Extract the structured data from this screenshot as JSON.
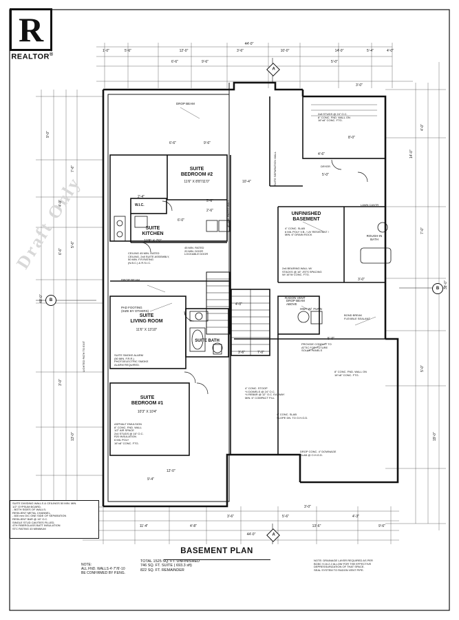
{
  "logo": {
    "letter": "R",
    "word": "REALTOR",
    "reg": "®"
  },
  "watermark": "Draft Only",
  "sheet": {
    "title": "BASEMENT PLAN",
    "section_marks": [
      "A",
      "A",
      "B",
      "B"
    ],
    "totals": [
      "TOTAL 1525 SQ. FT. UNFINISHED",
      "746 SQ. FT. SUITE ( 693.3 sft)",
      "822 SQ. FT. REMAINDER"
    ],
    "note_left": [
      "NOTE:",
      "ALL FND. WALLS 4'-7\"/6'-10",
      "BE CONFIRMED BY P.ENG."
    ],
    "note_right": [
      "NOTE: DRAINAGE LAYER REQUIRED AS PER",
      "BCBC 9.16.2.2 ALLOW FOR THE EFFECTIVE",
      "DEPRESSURIZATION OF THAT SPACE.",
      "SEAL SYSTEM TO RADON VENT PIPE."
    ],
    "legend_box": [
      "SUITE DIVIDING WALLS & CEILINGS 50 MIN. MIN.",
      "1/2\" GYPSUM BOARD,",
      "- BOTH SIDES OF WALLS;",
      "RESILIENT METAL CHANNEL,",
      "- 600 mm O/C ONE SIDE OF SEPARATION",
      "RESILIENT BAR @ 16\" O.C.",
      "SINGLE STUD CAVITIES FILLED,",
      "4TH FIBERGLASS BATT INSULATION",
      "STC RATING 43 MINIMUM"
    ]
  },
  "rooms": [
    {
      "name": "SUITE\nBEDROOM #2",
      "size": "11'6\" X 8'8\"/11'0\""
    },
    {
      "name": "SUITE\nKITCHEN",
      "size": "10'8\" X 7'0\""
    },
    {
      "name": "SUITE\nLIVING ROOM",
      "size": "11'6\" X 13'10\""
    },
    {
      "name": "SUITE\nBEDROOM #1",
      "size": "10'3\" X 10'4\""
    },
    {
      "name": "UNFINISHED\nBASEMENT",
      "size": ""
    },
    {
      "name": "SUITE BATH",
      "size": ""
    },
    {
      "name": "W.I.C.",
      "size": ""
    },
    {
      "name": "ROUGH-IN\nBATH",
      "size": ""
    }
  ],
  "annotations": [
    {
      "id": "drop-beam-1",
      "text": "DROP BEAM"
    },
    {
      "id": "drop-beam-2",
      "text": "DROP BEAM"
    },
    {
      "id": "drop-beam-3",
      "text": "DROP BEAM"
    },
    {
      "id": "pad-footing",
      "text": "PAD FOOTING\n(SIZE BY OTHERS)"
    },
    {
      "id": "lockable-door",
      "text": "45 MIN. RATED\n20 MIN. DOOR\nLOCKABLE DOOR"
    },
    {
      "id": "smoke-alarm",
      "text": "SUITE SMOKE ALARM\n(50 MIN. F.R.R.)\nPHOTOELECTRIC SMOKE\nALARM REQUIRED."
    },
    {
      "id": "slab-on-grade",
      "text": "4\" CONC. SLAB\n6 MIL POLY V.B. / UV RESISTANT /\nMIN. 6\" DRAIN ROCK"
    },
    {
      "id": "bearing-wall",
      "text": "2x6 BEARING WALL W/\nSTACKS @ 16\" JSTS SPACING\nW/ 16\"W CONC. FTG."
    },
    {
      "id": "radon-vent",
      "text": "RADON VENT"
    },
    {
      "id": "hwt-furn",
      "text": "HWT W/  FURN"
    },
    {
      "id": "drop-beam-lbl",
      "text": "DROP BEAM\nABOVE"
    },
    {
      "id": "bond-break",
      "text": "BOND BREAK\nFLEXIBLE SEALANT"
    },
    {
      "id": "conduit-attic",
      "text": "PROVIDE CONDUIT TO\nATTIC FOR FUTURE\nSOLAR PANELS"
    },
    {
      "id": "conc-stoop",
      "text": "4\" CONC. STOOP\n*4 DOWELS @ 24\" O.C.\n*4 REBAR @ 12\" O.C. EA. WAY\nMIN. 6\" COMPACT FILL"
    },
    {
      "id": "conc-slab-slope",
      "text": "4\" CONC. SLAB\nSLOPE DN. TO O.H.G.D."
    },
    {
      "id": "drop-conc-slab",
      "text": "DROP CONC. 4\" DOWNAGE\nSLAB @ O.H.G.D."
    },
    {
      "id": "fnd-wall-right",
      "text": "8\" CONC. FND. WALL ON\n16\"x8\" CONC. FTG."
    },
    {
      "id": "fnd-wall-top-right",
      "text": "2x8 STUDS @ 24\" O.C.\n8\" CONC. FND. WALL ON\n16\"x8\" CONC. FTG."
    },
    {
      "id": "insulation-bed1",
      "text": "ASPHALT EMULSION\n8\" CONC. FND. WALL\n1/2\" AIR SPACE\n2x4 STUDS @ 16\" O.C.\nR20 INSULATION\n6 MIL POLY\n16\"x8\" CONC. FTG."
    },
    {
      "id": "ceiling-assembly",
      "text": "CEILING 45 MIN. RATED\nCEILING, 2x8 SUITE ASSEMBLY,\n50 MIN. F.R.RATING\n(N.B.C.) & R.S.I.C."
    },
    {
      "id": "lawn-cantr",
      "text": "LAWN CANTR"
    },
    {
      "id": "dryer",
      "text": "DRYER"
    }
  ],
  "dimensions": {
    "top": [
      "1'-0\"",
      "5'-6\"",
      "12'-0\"",
      "3'-6\"",
      "44'-0\"",
      "10'-0\"",
      "14'-0\"",
      "5'-4\"",
      "4'-0\""
    ],
    "bottom": [
      "11'-4\"",
      "4'-8\"",
      "3'-6\"",
      "44'-0\"",
      "5'-6\"",
      "13'-6\"",
      "4'-3\"",
      "9'-6\"",
      "3'-0\""
    ],
    "left": [
      "9'-0\"",
      "4'-0\"",
      "6'-6\"",
      "40'-0\"",
      "13'-0\"",
      "3'-0\"",
      "5'-6\"",
      "7'-6\""
    ],
    "right": [
      "4'-0\"",
      "14'-0\"",
      "7'-0\"",
      "38'-0\"",
      "19'-0\"",
      "5'-0\""
    ],
    "interior": [
      "6'-6\"",
      "9'-6\"",
      "2'-4\"",
      "5'-6\"",
      "6'-0\"",
      "2'-6\"",
      "4'-0\"",
      "3'-6\"",
      "7'-0\"",
      "5'-0\"",
      "3'-0\"",
      "12'-0\"",
      "9'-4\"",
      "4'-6\"",
      "5'-0\"",
      "8'-0\"",
      "10'-4\"",
      "6'-8\"",
      "3'-4\"",
      "2'-0\"",
      "7'-4\""
    ]
  }
}
